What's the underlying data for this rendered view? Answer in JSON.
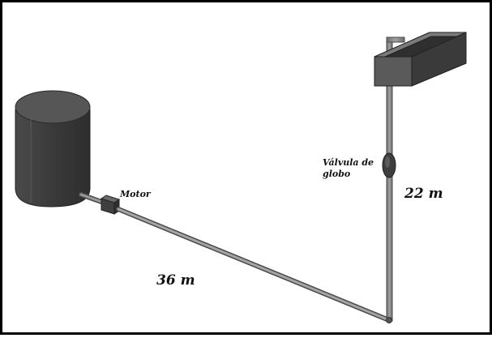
{
  "labels": {
    "motor": "Motor",
    "valve_line1": "Válvula de",
    "valve_line2": "globo",
    "vertical_length": "22 m",
    "horizontal_length": "36 m"
  },
  "colors": {
    "tank_front": "#3d3d3d",
    "tank_top": "#5a5a5a",
    "tank_side": "#2a2a2a",
    "pipe": "#8a8a8a",
    "pipe_edge": "#4a4a4a",
    "valve": "#444444",
    "motor": "#555555",
    "trough": "#6a6a6a",
    "trough_dark": "#3b3b3b",
    "border": "#000000"
  }
}
